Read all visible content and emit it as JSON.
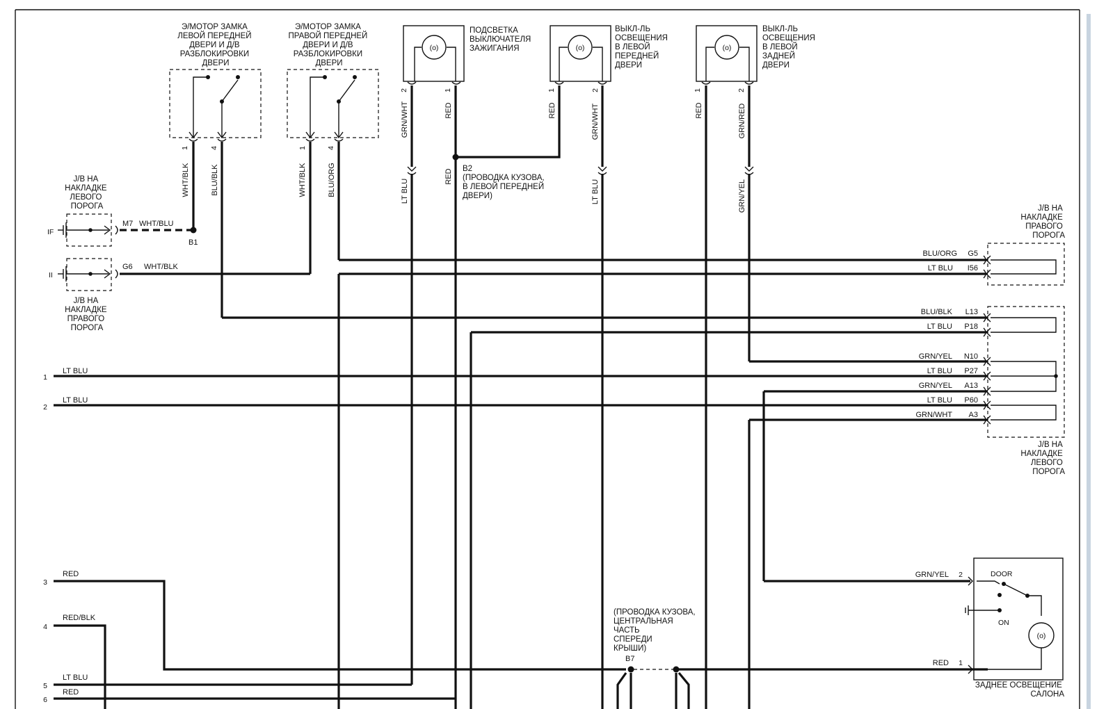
{
  "components": {
    "motor_left": [
      "Э/МОТОР ЗАМКА",
      "ЛЕВОЙ ПЕРЕДНЕЙ",
      "ДВЕРИ И Д/В",
      "РАЗБЛОКИРОВКИ",
      "ДВЕРИ"
    ],
    "motor_right": [
      "Э/МОТОР ЗАМКА",
      "ПРАВОЙ ПЕРЕДНЕЙ",
      "ДВЕРИ И Д/В",
      "РАЗБЛОКИРОВКИ",
      "ДВЕРИ"
    ],
    "ign_light": [
      "ПОДСВЕТКА",
      "ВЫКЛЮЧАТЕЛЯ",
      "ЗАЖИГАНИЯ"
    ],
    "sw_lf_door": [
      "ВЫКЛ-ЛЬ",
      "ОСВЕЩЕНИЯ",
      "В ЛЕВОЙ",
      "ПЕРЕДНЕЙ",
      "ДВЕРИ"
    ],
    "sw_lr_door": [
      "ВЫКЛ-ЛЬ",
      "ОСВЕЩЕНИЯ",
      "В ЛЕВОЙ",
      "ЗАДНЕЙ",
      "ДВЕРИ"
    ],
    "jb_left_sill_top": [
      "J/B НА",
      "НАКЛАДКЕ",
      "ЛЕВОГО",
      "ПОРОГА"
    ],
    "jb_right_sill_left": [
      "J/B НА",
      "НАКЛАДКЕ",
      "ПРАВОГО",
      "ПОРОГА"
    ],
    "jb_right_sill_right": [
      "J/B НА",
      "НАКЛАДКЕ",
      "ПРАВОГО",
      "ПОРОГА"
    ],
    "jb_left_sill_right": [
      "J/B НА",
      "НАКЛАДКЕ",
      "ЛЕВОГО",
      "ПОРОГА"
    ],
    "b2_note": [
      "B2",
      "(ПРОВОДКА КУЗОВА,",
      "В ЛЕВОЙ ПЕРЕДНЕЙ",
      "ДВЕРИ)"
    ],
    "b7_note": [
      "(ПРОВОДКА  КУЗОВА,",
      "ЦЕНТРАЛЬНАЯ",
      "ЧАСТЬ",
      "СПЕРЕДИ",
      "КРЫШИ)"
    ],
    "b7_label": "B7",
    "rear_light": [
      "ЗАДНЕЕ ОСВЕЩЕНИЕ",
      "САЛОНА"
    ],
    "door_label": "DOOR",
    "on_label": "ON",
    "lamp_glyph": "(o)",
    "ground_if": "IF",
    "ground_ii": "II",
    "b1_label": "B1"
  },
  "pins": {
    "motor_left": [
      "1",
      "4"
    ],
    "motor_right": [
      "1",
      "4"
    ],
    "ign_light": [
      "2",
      "1"
    ],
    "sw_lf_door": [
      "1",
      "2"
    ],
    "sw_lr_door": [
      "1",
      "2"
    ],
    "rear_light": [
      "2",
      "1"
    ]
  },
  "wires": {
    "motor_left_1": "WHT/BLK",
    "motor_left_4": "BLU/BLK",
    "motor_right_1": "WHT/BLK",
    "motor_right_4": "BLU/ORG",
    "ign_2_upper": "GRN/WHT",
    "ign_2_lower": "LT BLU",
    "ign_1_upper": "RED",
    "ign_1_lower": "RED",
    "lf_1": "RED",
    "lf_2_upper": "GRN/WHT",
    "lf_2_lower": "LT BLU",
    "lr_1": "RED",
    "lr_2_upper": "GRN/RED",
    "lr_2_lower": "GRN/YEL",
    "m7_label": "M7",
    "m7_wire": "WHT/BLU",
    "g6_label": "G6",
    "g6_wire": "WHT/BLK"
  },
  "right_terminals": [
    {
      "wire": "BLU/ORG",
      "term": "G5"
    },
    {
      "wire": "LT BLU",
      "term": "I56"
    },
    {
      "wire": "BLU/BLK",
      "term": "L13"
    },
    {
      "wire": "LT BLU",
      "term": "P18"
    },
    {
      "wire": "GRN/YEL",
      "term": "N10"
    },
    {
      "wire": "LT BLU",
      "term": "P27"
    },
    {
      "wire": "GRN/YEL",
      "term": "A13"
    },
    {
      "wire": "LT BLU",
      "term": "P60"
    },
    {
      "wire": "GRN/WHT",
      "term": "A3"
    }
  ],
  "rear_wires": {
    "upper": "GRN/YEL",
    "lower": "RED"
  },
  "left_lines": [
    {
      "num": "1",
      "wire": "LT BLU"
    },
    {
      "num": "2",
      "wire": "LT BLU"
    },
    {
      "num": "3",
      "wire": "RED"
    },
    {
      "num": "4",
      "wire": "RED/BLK"
    },
    {
      "num": "5",
      "wire": "LT BLU"
    },
    {
      "num": "6",
      "wire": "RED"
    }
  ]
}
